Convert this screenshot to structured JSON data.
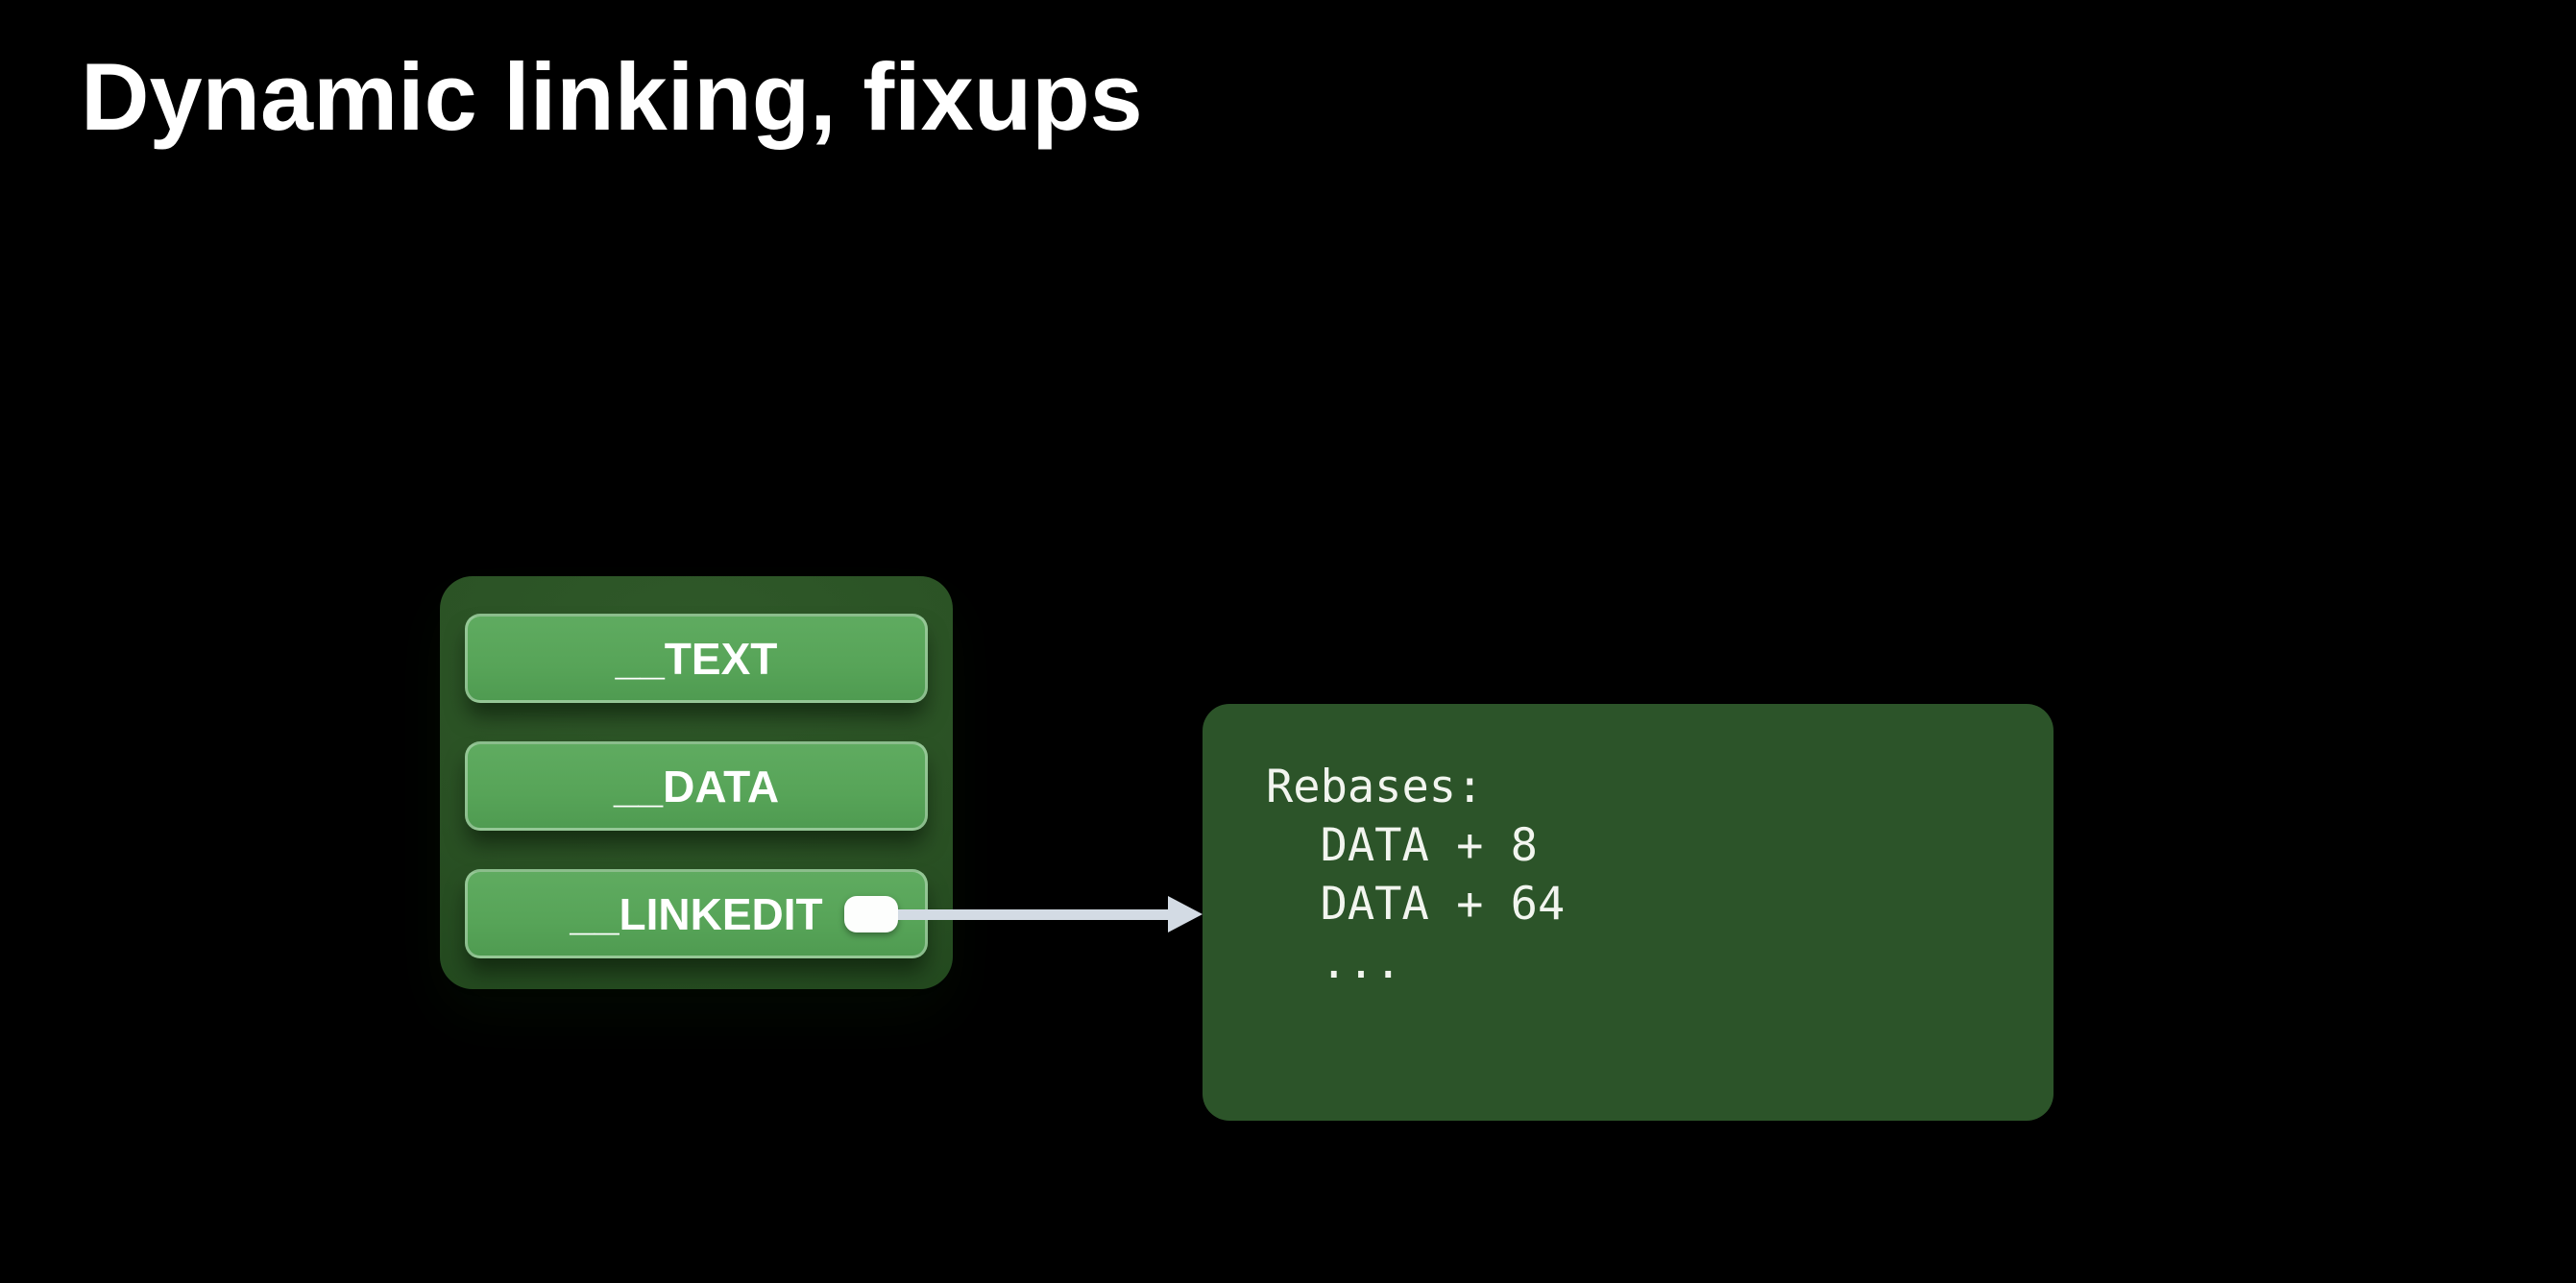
{
  "slide": {
    "title": "Dynamic linking, fixups"
  },
  "macho_segments": {
    "items": [
      {
        "label": "__TEXT"
      },
      {
        "label": "__DATA"
      },
      {
        "label": "__LINKEDIT"
      }
    ]
  },
  "linkedit_detail": {
    "lines": [
      "Rebases:",
      "  DATA + 8",
      "  DATA + 64",
      "  ..."
    ]
  },
  "colors": {
    "background": "#000000",
    "title_text": "#ffffff",
    "segment_container": "#2a5124",
    "segment_fill": "#5fab60",
    "segment_border": "#8bc48a",
    "segment_text": "#ffffff",
    "anchor_pill": "#fdfefd",
    "arrow": "#d3dbe4",
    "detail_box": "#2c5429",
    "detail_text": "#f2f5ef"
  }
}
